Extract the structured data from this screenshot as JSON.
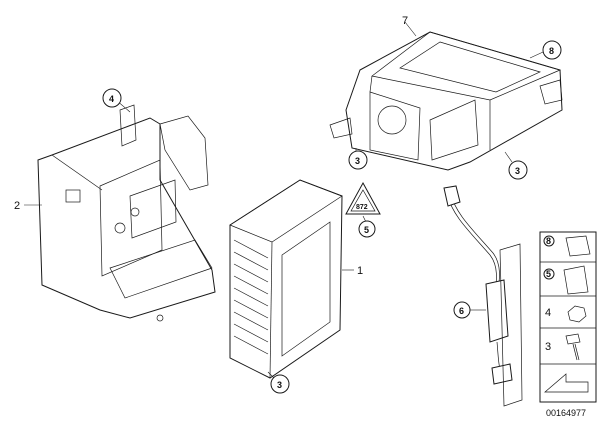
{
  "callouts": {
    "c1": "1",
    "c2": "2",
    "c3a": "3",
    "c3b": "3",
    "c3c": "3",
    "c4": "4",
    "c5": "5",
    "c6": "6",
    "c7": "7",
    "c8": "8"
  },
  "side_panel": {
    "n8": "8",
    "n5": "5",
    "n4": "4",
    "n3": "3"
  },
  "warning_tag": "872",
  "diagram_id": "00164977"
}
